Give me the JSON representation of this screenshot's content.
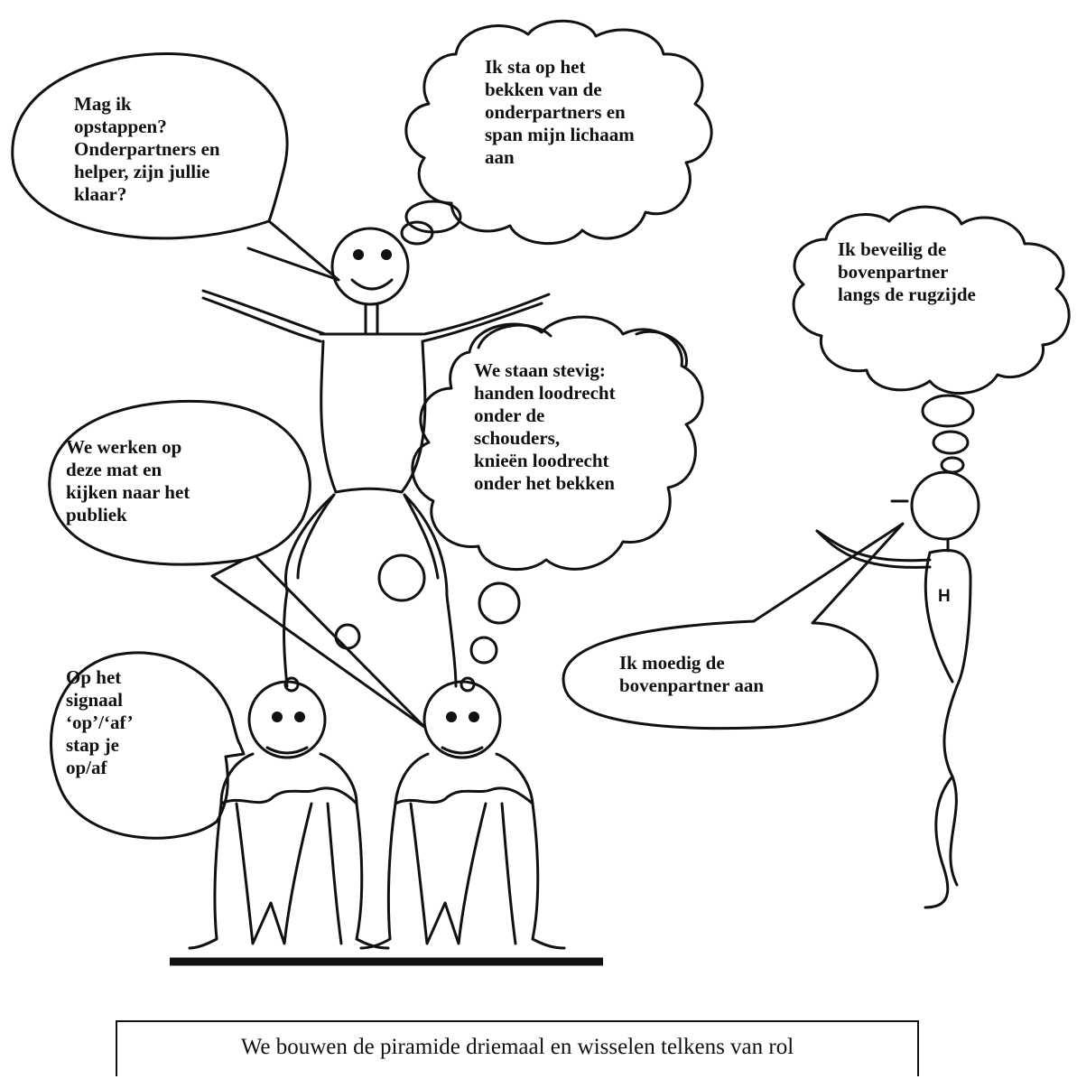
{
  "bubbles": {
    "top_speech": [
      "Mag ik",
      "opstappen?",
      "Onderpartners en",
      "helper, zijn jullie",
      "klaar?"
    ],
    "top_thought": [
      "Ik sta op het",
      "bekken van de",
      "onderpartners en",
      "span mijn lichaam",
      "aan"
    ],
    "helper_thought": [
      "Ik beveilig de",
      "bovenpartner",
      "langs de rugzijde"
    ],
    "base_thought": [
      "We staan stevig:",
      "handen loodrecht",
      "onder de",
      "schouders,",
      "knieën loodrecht",
      "onder het bekken"
    ],
    "base_speech": [
      "We werken op",
      "deze mat en",
      "kijken naar het",
      "publiek"
    ],
    "left_speech": [
      "Op het",
      "signaal",
      "‘op’/‘af’",
      "stap je",
      "op/af"
    ],
    "helper_speech": [
      "Ik moedig de",
      "bovenpartner aan"
    ]
  },
  "helper_label": "H",
  "caption": "We bouwen de piramide driemaal en wisselen telkens van rol"
}
